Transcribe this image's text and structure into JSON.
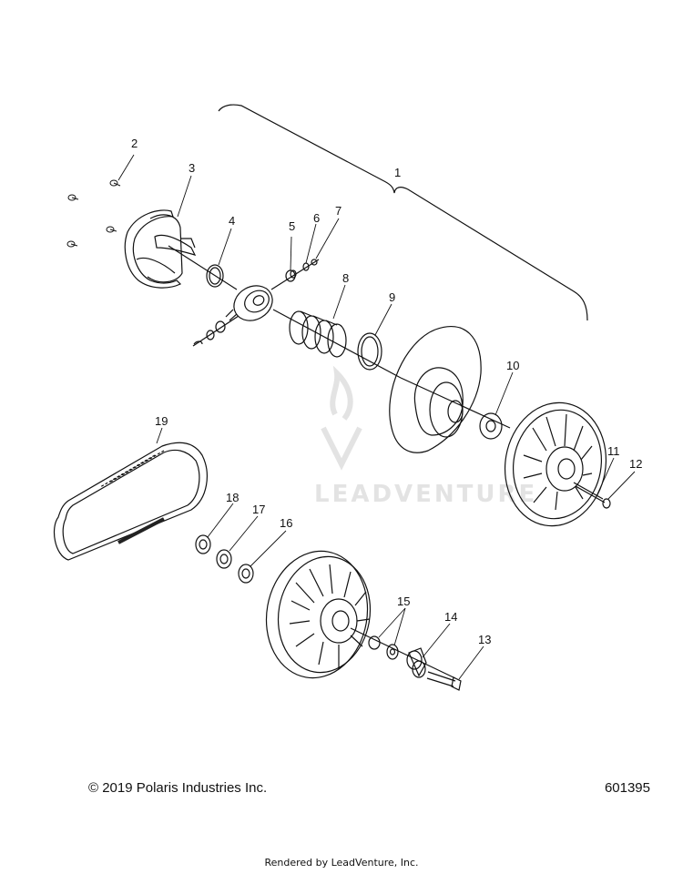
{
  "callouts": [
    "1",
    "2",
    "3",
    "4",
    "5",
    "6",
    "7",
    "8",
    "9",
    "10",
    "11",
    "12",
    "13",
    "14",
    "15",
    "16",
    "17",
    "18",
    "19"
  ],
  "footer": {
    "copyright": "© 2019 Polaris Industries Inc.",
    "diagram_number": "601395",
    "rendered_by": "Rendered by LeadVenture, Inc."
  },
  "watermark": {
    "text": "LEADVENTURE"
  }
}
